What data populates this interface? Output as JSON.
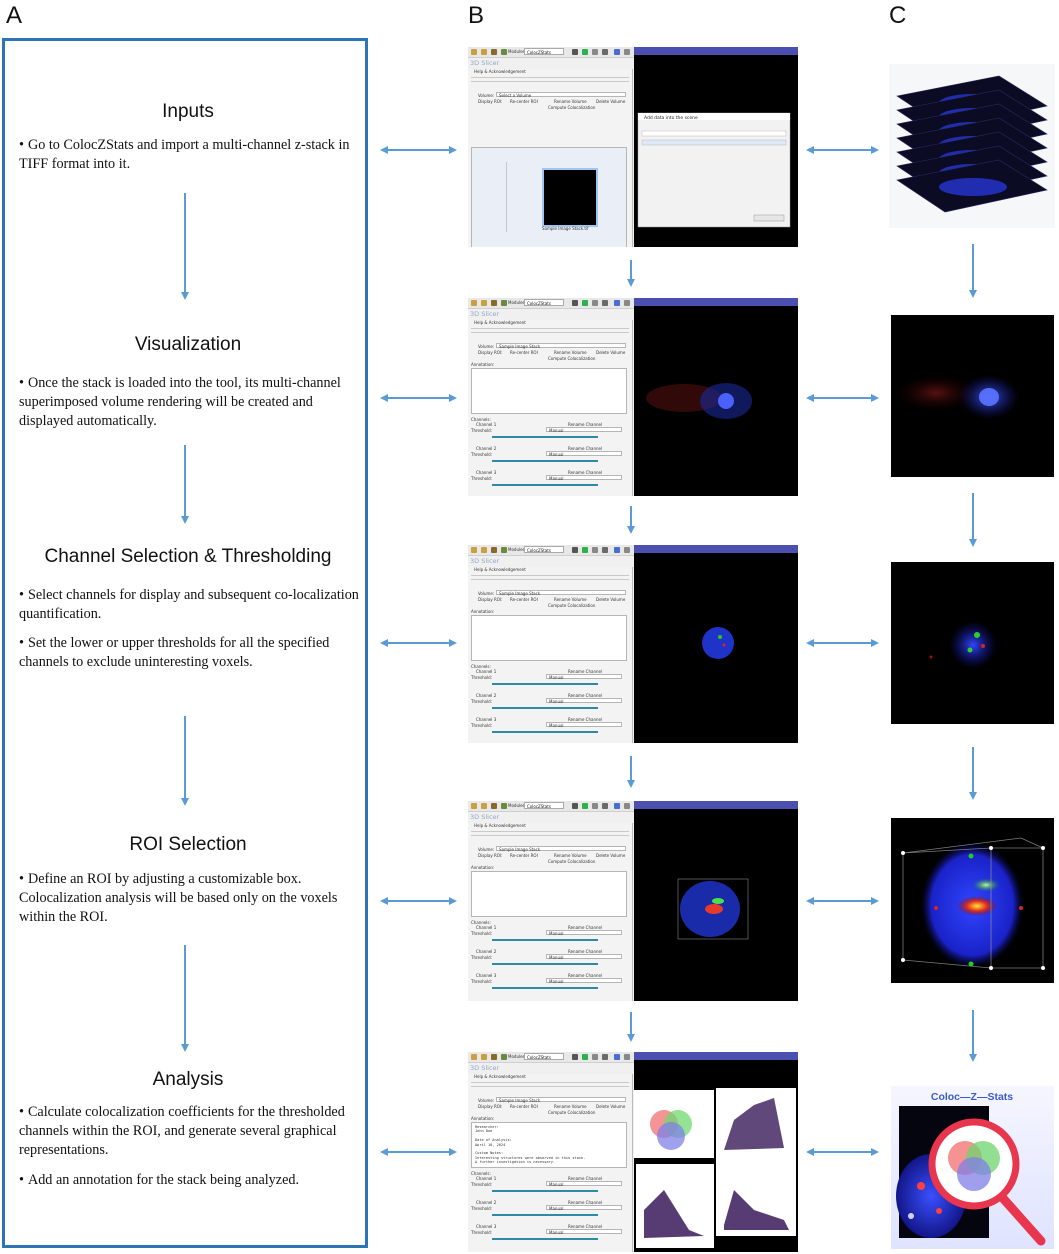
{
  "columns": {
    "a": "A",
    "b": "B",
    "c": "C"
  },
  "workflow": [
    {
      "title": "Inputs",
      "bullets": [
        "Go to ColocZStats and import a multi-channel z-stack in TIFF format into it."
      ]
    },
    {
      "title": "Visualization",
      "bullets": [
        "Once the stack is loaded into the tool, its multi-channel superimposed volume rendering will be created and displayed automatically."
      ]
    },
    {
      "title": "Channel Selection & Thresholding",
      "bullets": [
        "Select channels for display and subsequent co-localization quantification.",
        "Set the lower or upper thresholds for all the specified channels to exclude uninteresting voxels."
      ]
    },
    {
      "title": "ROI Selection",
      "bullets": [
        "Define an ROI by adjusting a customizable box. Colocalization analysis will be based only on the voxels within the ROI."
      ]
    },
    {
      "title": "Analysis",
      "bullets": [
        "Calculate colocalization coefficients for the thresholded channels within the ROI, and generate several graphical representations.",
        "Add an annotation for the stack being analyzed."
      ]
    }
  ],
  "screenshots": {
    "app_name": "3D Slicer",
    "modules_label": "Modules:",
    "module_selected": "ColocZStats",
    "help_section": "Help & Acknowledgement",
    "volume_label": "Volume:",
    "display_roi_label": "Display ROI:",
    "recenter_button": "Re-center ROI",
    "rename_volume_button": "Rename Volume",
    "delete_volume_button": "Delete Volume",
    "compute_button": "Compute Colocalization",
    "annotation_label": "Annotation:",
    "channels_label": "Channels:",
    "threshold_label": "Threshold:",
    "rename_channel_button": "Rename Channel",
    "threshold_mode": "Manual",
    "channel_names": [
      "Channel 1",
      "Channel 2",
      "Channel 3"
    ],
    "volume_placeholder": "Select a Volume",
    "volume_selected": "Sample Image Stack",
    "dialog_title": "Add data into the scene",
    "file_name": "Sample Image Stack.tif",
    "annotation_text": [
      "Researcher:",
      "  John Doe",
      "",
      "Date of Analysis:",
      "  April 10, 2024",
      "",
      "Custom Notes:",
      "  Interesting structures were observed in this stack.",
      "  A further investigation is necessary."
    ]
  },
  "logo": {
    "text": "Coloc—Z—Stats"
  }
}
